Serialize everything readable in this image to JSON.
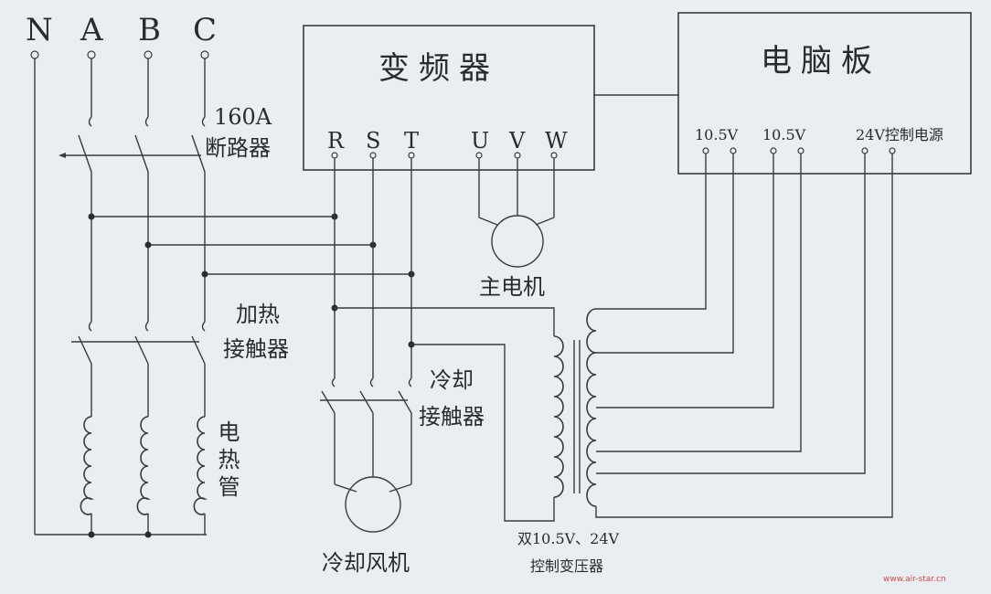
{
  "phases": {
    "n": "N",
    "a": "A",
    "b": "B",
    "c": "C"
  },
  "breaker": {
    "rating": "160A",
    "name": "断路器"
  },
  "inverter": {
    "title": "变频器",
    "inputs": [
      "R",
      "S",
      "T"
    ],
    "outputs": [
      "U",
      "V",
      "W"
    ]
  },
  "main_motor": {
    "label": "主电机"
  },
  "control_board": {
    "title": "电脑板",
    "terminal_1": "10.5V",
    "terminal_2": "10.5V",
    "terminal_3": "24V控制电源"
  },
  "heating_contactor": {
    "line1": "加热",
    "line2": "接触器"
  },
  "heater_tubes": {
    "label": "电热管"
  },
  "cooling_contactor": {
    "line1": "冷却",
    "line2": "接触器"
  },
  "cooling_fan": {
    "label": "冷却风机"
  },
  "transformer": {
    "line1": "双10.5V、24V",
    "line2": "控制变压器"
  },
  "watermark": "www.air-star.cn",
  "colors": {
    "ink": "#3a3a3a",
    "paper": "#e9eef2",
    "watermark": "#dd4444"
  }
}
